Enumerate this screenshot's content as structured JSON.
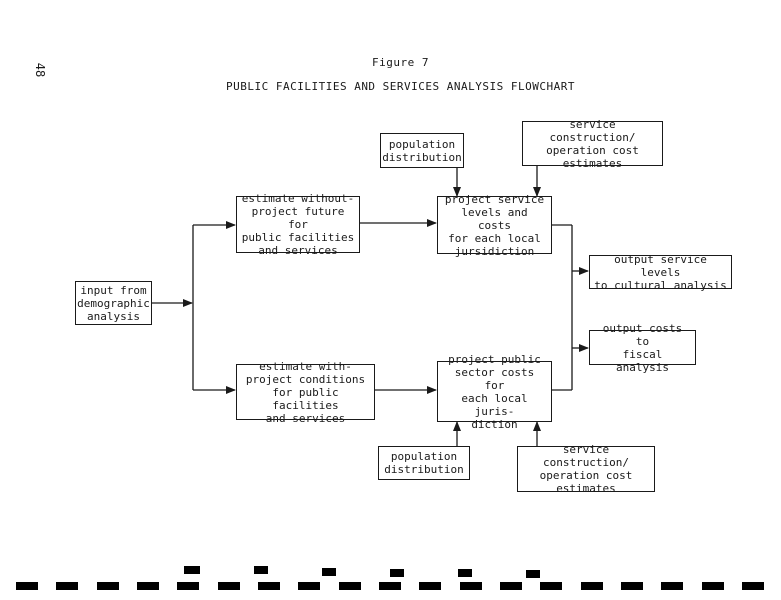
{
  "page_number": "48",
  "figure_label": "Figure 7",
  "figure_title": "PUBLIC FACILITIES AND SERVICES ANALYSIS FLOWCHART",
  "boxes": {
    "input": "input from\ndemographic\nanalysis",
    "estimate_without": "estimate without-\nproject future for\npublic facilities\nand services",
    "estimate_with": "estimate with-\nproject conditions\nfor public facilities\nand services",
    "population_top": "population\ndistribution",
    "cost_estimates_top": "service construction/\noperation cost\nestimates",
    "project_service_levels": "project service\nlevels and costs\nfor each local\njursidiction",
    "project_public_sector": "project public\nsector costs for\neach local juris-\ndiction",
    "population_bottom": "population\ndistribution",
    "cost_estimates_bottom": "service construction/\noperation cost\nestimates",
    "output_service_levels": "output service levels\nto cultural analysis",
    "output_costs": "output costs to\nfiscal analysis"
  },
  "colors": {
    "ink": "#1a1a1a",
    "background": "#ffffff"
  }
}
